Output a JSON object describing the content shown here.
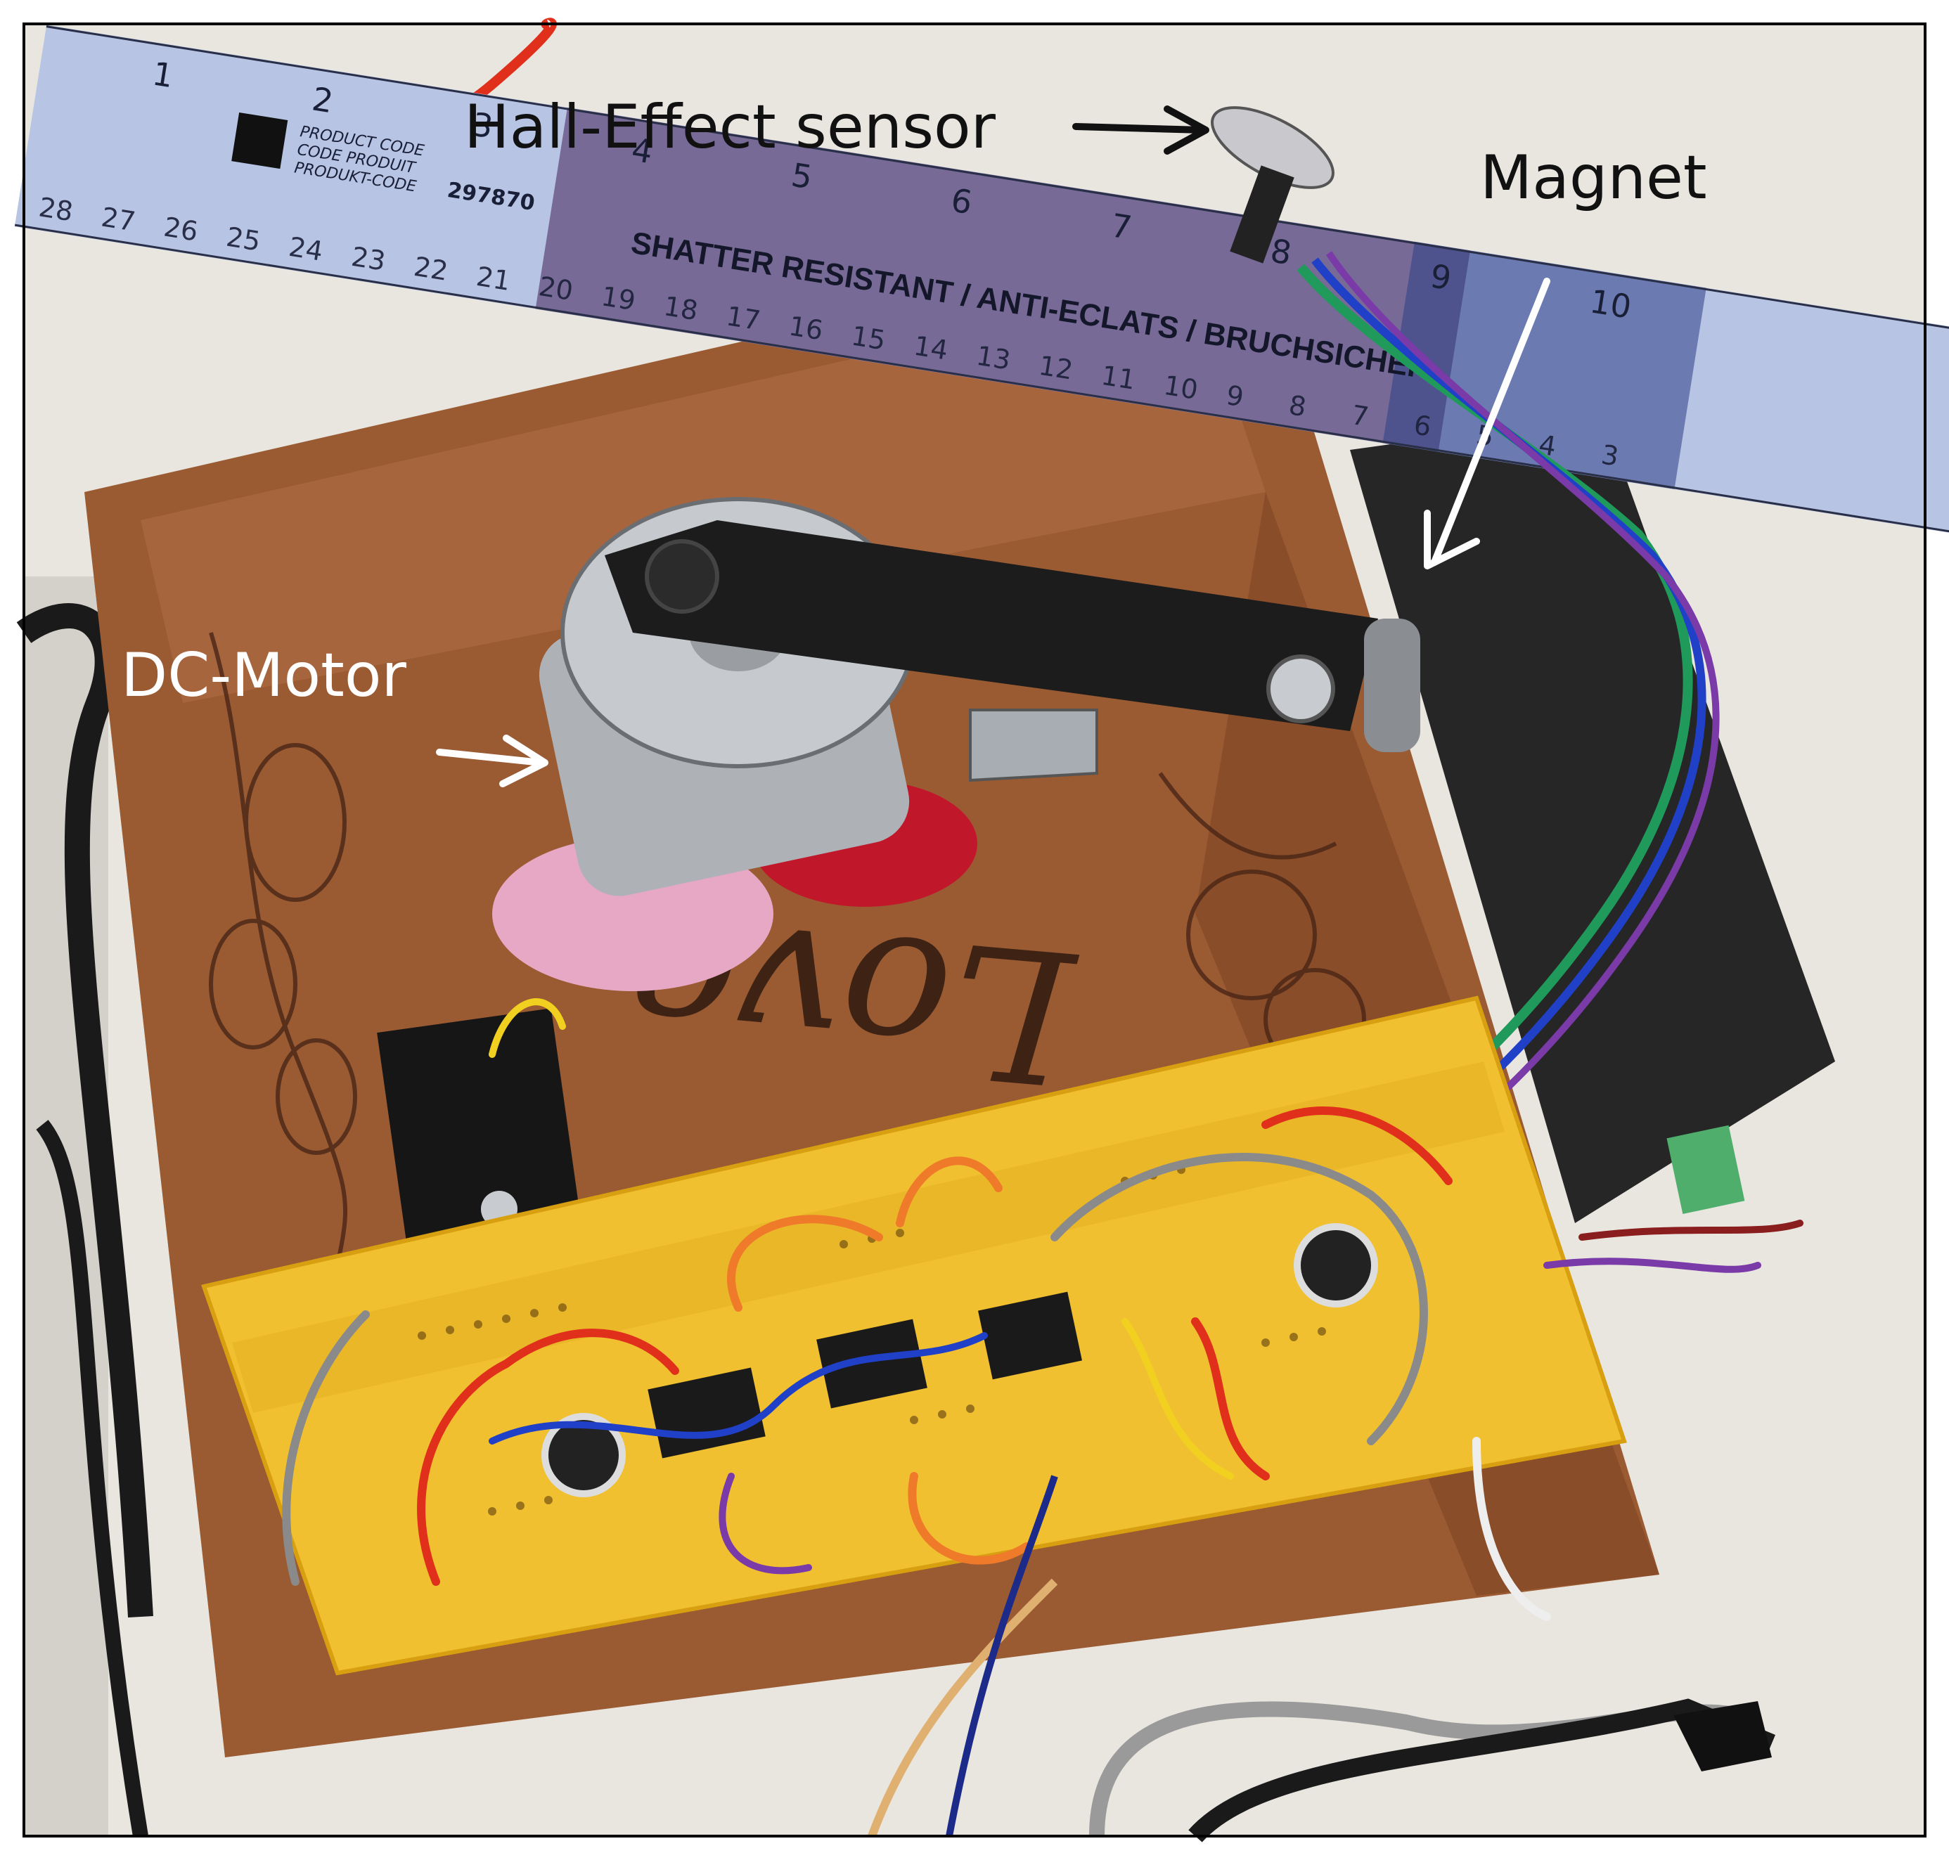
{
  "annotations": {
    "hall_sensor": "Hall-Effect sensor",
    "magnet": "Magnet",
    "dc_motor": "DC-Motor"
  },
  "ruler_top": {
    "numbers_cm": [
      "1",
      "2",
      "3",
      "4",
      "5",
      "6",
      "7",
      "8",
      "9",
      "10"
    ],
    "numbers_reverse": [
      "28",
      "27",
      "26",
      "25",
      "24",
      "23",
      "22",
      "21",
      "20",
      "19",
      "18",
      "17",
      "16",
      "15",
      "14",
      "13",
      "12",
      "11",
      "10",
      "9",
      "8",
      "7",
      "6",
      "5",
      "4",
      "3"
    ],
    "product_code_lines": [
      "PRODUCT CODE",
      "CODE PRODUIT",
      "PRODUKT-CODE"
    ],
    "product_code_number": "297870",
    "legend": "SHATTER RESISTANT / ANTI-ECLATS / BRUCHSICHER"
  },
  "box_text": "Love",
  "colors": {
    "frame_border": "#000000",
    "background": "#e9e6e0",
    "wood": "#9a5a32",
    "ruler": "#b7c4e4",
    "ruler_tinted": "#6c5a8a",
    "breadboard": "#f0c030",
    "motor": "#b6b9bd",
    "arm": "#1c1c1c",
    "label_dark": "#111111",
    "label_light": "#ffffff",
    "wire_red": "#e0301c",
    "wire_blue": "#2040c8",
    "wire_gray": "#8a8a8a",
    "wire_green": "#1f9a5a",
    "wire_purple": "#7a3aa8",
    "wire_orange": "#ee7a2a"
  }
}
